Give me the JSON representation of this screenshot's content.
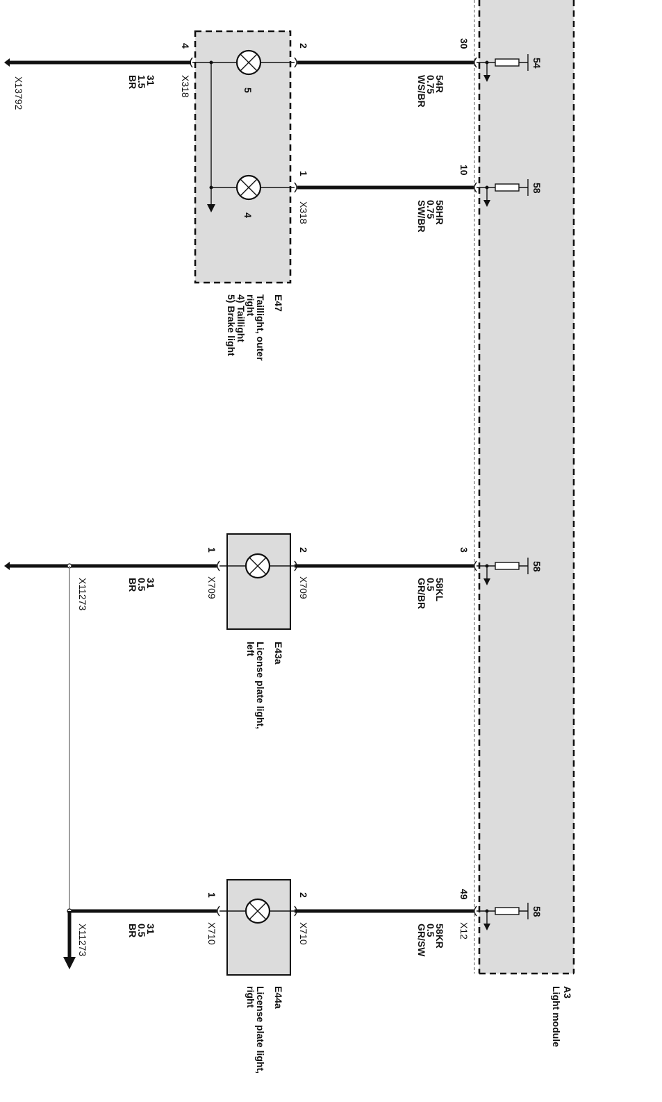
{
  "module": {
    "id": "A3",
    "name": "Light module",
    "connector": "X12",
    "fill_color": "#dcdcdc"
  },
  "components": {
    "e47": {
      "id": "E47",
      "description_lines": [
        "Taillight, outer",
        "right",
        "4) Taillight",
        "5) Brake light"
      ],
      "lamp_5": "5",
      "lamp_4": "4"
    },
    "e43a": {
      "id": "E43a",
      "description_lines": [
        "License plate light,",
        "left"
      ]
    },
    "e44a": {
      "id": "E44a",
      "description_lines": [
        "License plate light,",
        "right"
      ]
    }
  },
  "circuits": [
    {
      "module_pin": "30",
      "module_output": "54",
      "wire_id": "54R",
      "wire_size": "0.75",
      "wire_color": "WS/BR",
      "component_pin": "2",
      "component_connector": ""
    },
    {
      "module_pin": "10",
      "module_output": "58",
      "wire_id": "58HR",
      "wire_size": "0.75",
      "wire_color": "SW/BR",
      "component_pin": "1",
      "component_connector": "X318"
    },
    {
      "module_pin": "3",
      "module_output": "58",
      "wire_id": "58KL",
      "wire_size": "0.5",
      "wire_color": "GR/BR",
      "component_pin": "2",
      "component_connector": "X709"
    },
    {
      "module_pin": "49",
      "module_output": "58",
      "wire_id": "58KR",
      "wire_size": "0.5",
      "wire_color": "GR/SW",
      "component_pin": "2",
      "component_connector": "X710"
    }
  ],
  "grounds": [
    {
      "component_pin": "4",
      "component_connector": "X318",
      "wire_id": "31",
      "wire_size": "1.5",
      "wire_color": "BR",
      "ground_point": "X13792"
    },
    {
      "component_pin": "1",
      "component_connector": "X709",
      "wire_id": "31",
      "wire_size": "0.5",
      "wire_color": "BR",
      "ground_point": "X11273"
    },
    {
      "component_pin": "1",
      "component_connector": "X710",
      "wire_id": "31",
      "wire_size": "0.5",
      "wire_color": "BR",
      "ground_point": "X11273"
    }
  ]
}
